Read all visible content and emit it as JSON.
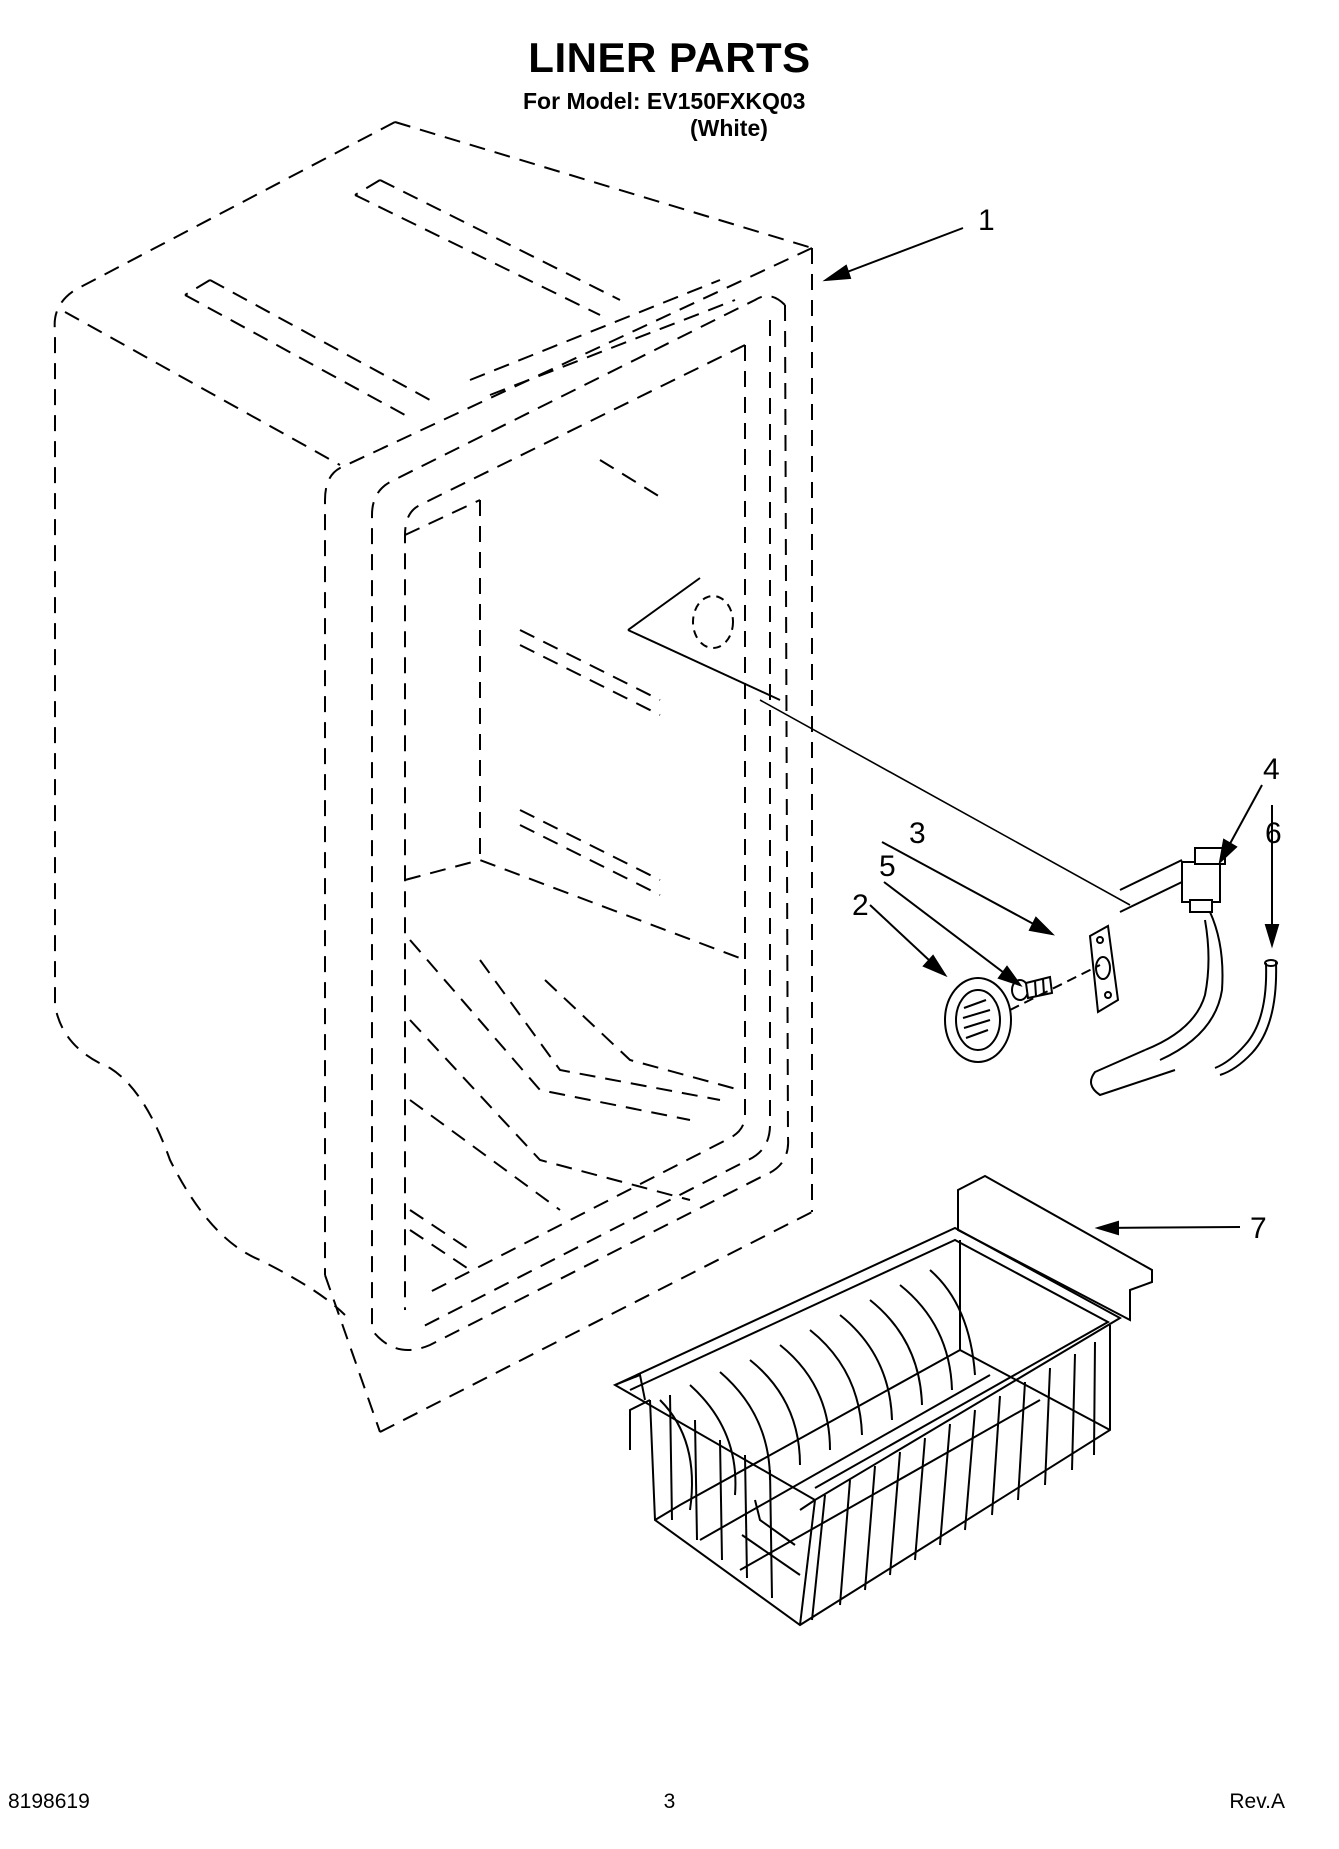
{
  "header": {
    "title": "LINER PARTS",
    "model_line": "For Model: EV150FXKQ03",
    "variant": "(White)"
  },
  "callouts": [
    "1",
    "2",
    "3",
    "4",
    "5",
    "6",
    "7"
  ],
  "footer": {
    "doc_number": "8198619",
    "page_number": "3",
    "revision": "Rev.A"
  }
}
